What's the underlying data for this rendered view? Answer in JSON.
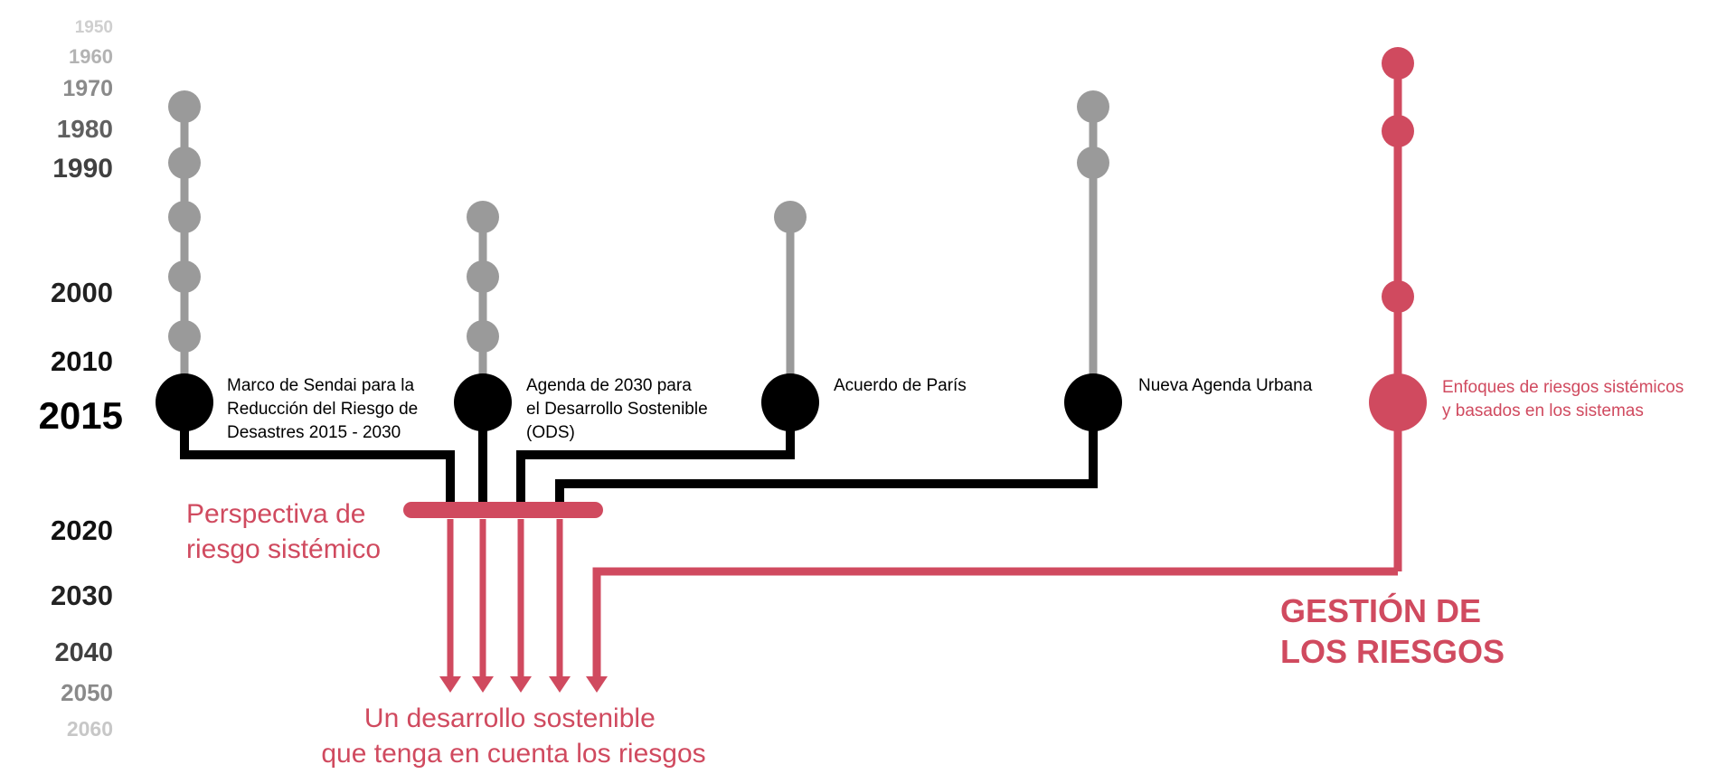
{
  "colors": {
    "accent": "#d04a5f",
    "grey": "#9a9a9a",
    "black": "#000000"
  },
  "years": [
    {
      "label": "1950",
      "color": "#cfcfcf",
      "weight": "bold"
    },
    {
      "label": "1960",
      "color": "#b3b3b3",
      "weight": "bold"
    },
    {
      "label": "1970",
      "color": "#8a8a8a",
      "weight": "bold"
    },
    {
      "label": "1980",
      "color": "#606060",
      "weight": "bold"
    },
    {
      "label": "1990",
      "color": "#404040",
      "weight": "bold"
    },
    {
      "label": "2000",
      "color": "#222222",
      "weight": "bold"
    },
    {
      "label": "2010",
      "color": "#111111",
      "weight": "bold"
    },
    {
      "label": "2015",
      "color": "#000000",
      "weight": "bold"
    },
    {
      "label": "2020",
      "color": "#111111",
      "weight": "bold"
    },
    {
      "label": "2030",
      "color": "#222222",
      "weight": "bold"
    },
    {
      "label": "2040",
      "color": "#404040",
      "weight": "bold"
    },
    {
      "label": "2050",
      "color": "#8a8a8a",
      "weight": "bold"
    },
    {
      "label": "2060",
      "color": "#c7c7c7",
      "weight": "bold"
    }
  ],
  "frameworks": [
    {
      "id": "sendai",
      "lines": [
        "Marco de Sendai para la",
        "Reducción del Riesgo de",
        "Desastres 2015 - 2030"
      ]
    },
    {
      "id": "agenda-2030",
      "lines": [
        "Agenda de 2030 para",
        "el Desarrollo Sostenible",
        "(ODS)"
      ]
    },
    {
      "id": "paris",
      "lines": [
        "Acuerdo de París"
      ]
    },
    {
      "id": "urban-agenda",
      "lines": [
        "Nueva Agenda Urbana"
      ]
    },
    {
      "id": "systemic",
      "lines": [
        "Enfoques de riesgos sistémicos",
        "y basados en los sistemas"
      ]
    }
  ],
  "labels": {
    "perspective": [
      "Perspectiva de",
      "riesgo sistémico"
    ],
    "outcome": [
      "Un desarrollo sostenible",
      "que tenga en cuenta los riesgos"
    ],
    "risk_management": [
      "GESTIÓN DE",
      "LOS RIESGOS"
    ]
  }
}
